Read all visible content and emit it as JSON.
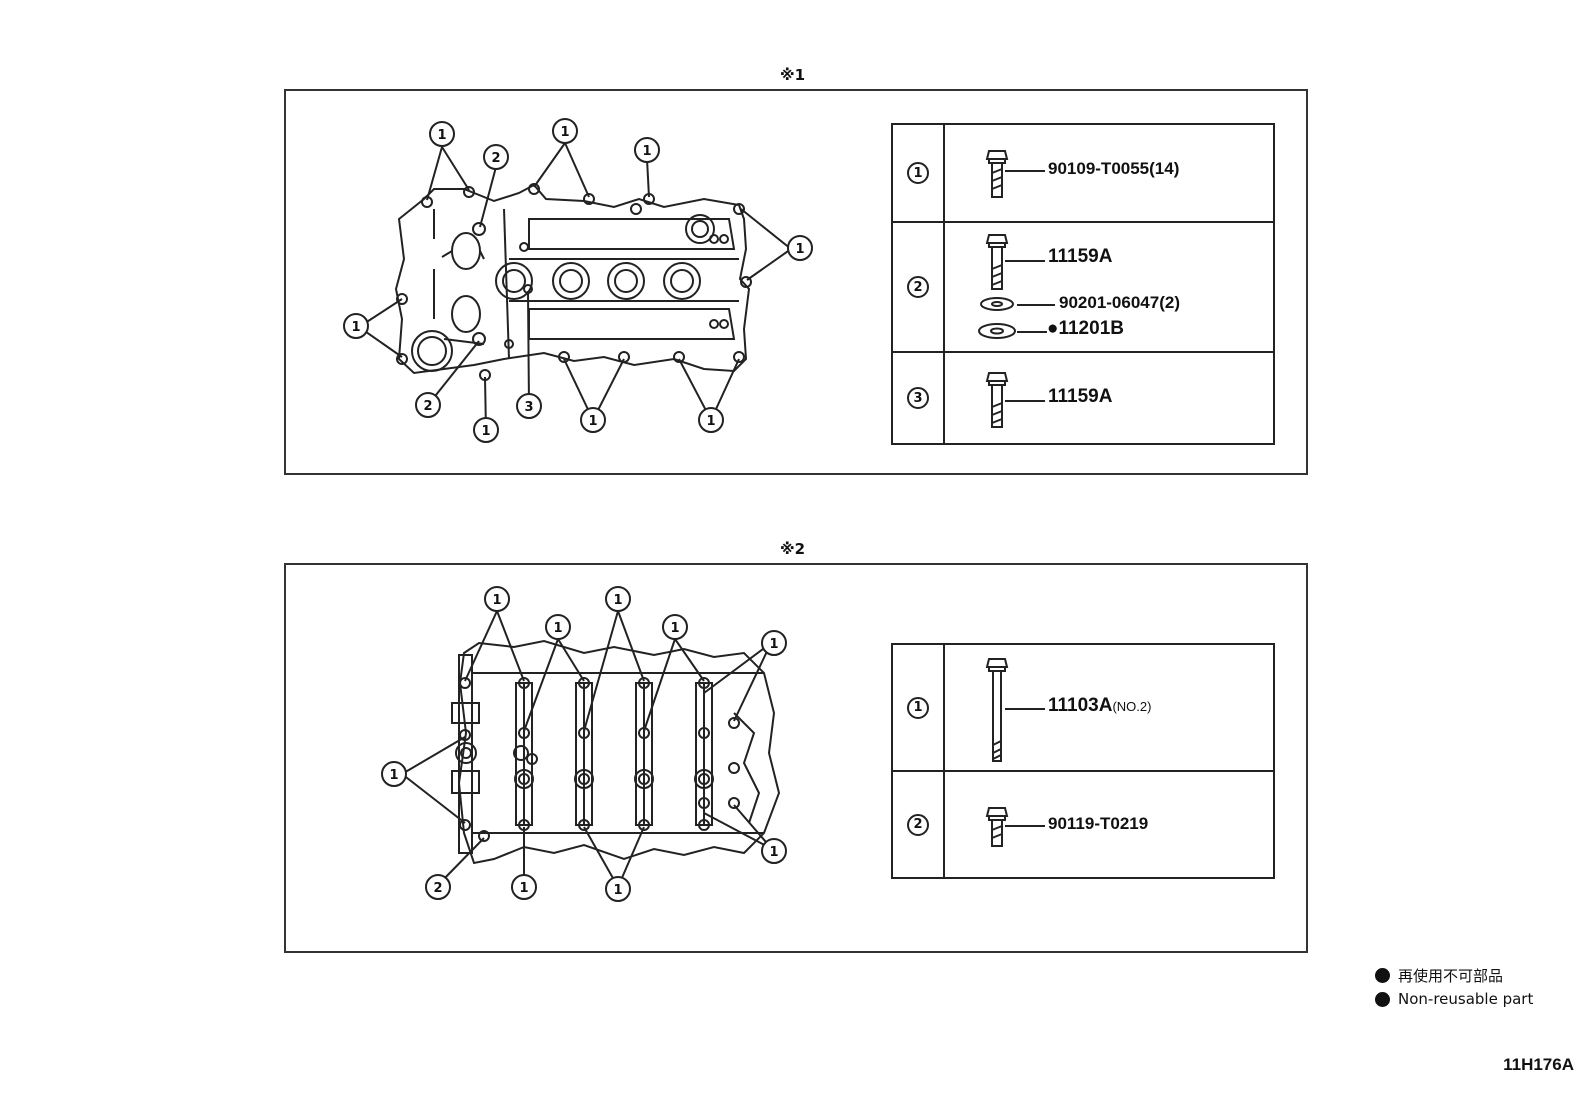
{
  "sections": [
    {
      "label": "※1",
      "parts": [
        {
          "index": "1",
          "numbers": [
            "90109-T0055(14)"
          ]
        },
        {
          "index": "2",
          "numbers": [
            "11159A",
            "90201-06047(2)",
            "●11201B"
          ]
        },
        {
          "index": "3",
          "numbers": [
            "11159A"
          ]
        }
      ]
    },
    {
      "label": "※2",
      "parts": [
        {
          "index": "1",
          "numbers": [
            "11103A"
          ],
          "note": "(NO.2)"
        },
        {
          "index": "2",
          "numbers": [
            "90119-T0219"
          ]
        }
      ]
    }
  ],
  "callouts": {
    "one": "1",
    "two": "2",
    "three": "3"
  },
  "legend": [
    {
      "text": "再使用不可部品"
    },
    {
      "text": "Non-reusable part"
    }
  ],
  "figure_code": "11H176A"
}
